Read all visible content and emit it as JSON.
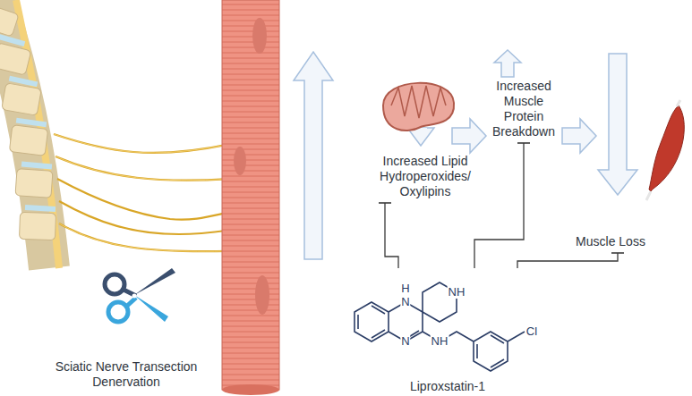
{
  "diagram": {
    "nodes": [
      {
        "text": [
          "Sciatic Nerve Transection Denervation"
        ]
      },
      {
        "text": [
          "Increased Lipid Hydroperoxides/ Oxylipins"
        ]
      },
      {
        "text": [
          "Increased Muscle Protein Breakdown"
        ]
      },
      {
        "text": [
          "Muscle Loss"
        ]
      },
      {
        "text": [
          "Liproxstatin-1"
        ]
      }
    ],
    "edges": [
      {
        "from": 4,
        "to": 1,
        "arrow": "to"
      },
      {
        "from": 4,
        "to": 2,
        "arrow": "to"
      },
      {
        "from": 4,
        "to": 3,
        "arrow": "to"
      }
    ],
    "labels": [
      "H",
      "N",
      "NH",
      "N",
      "NH",
      "Cl"
    ]
  }
}
